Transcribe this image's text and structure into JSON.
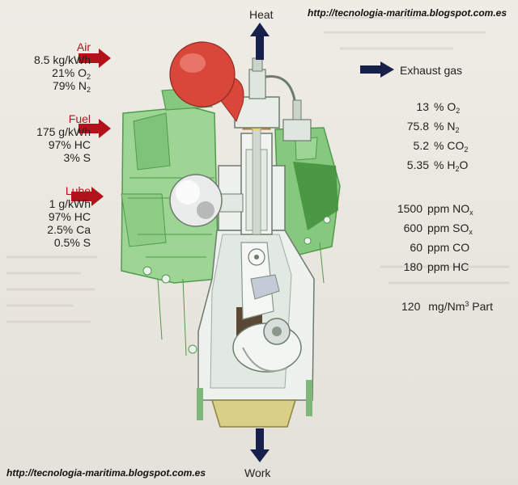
{
  "watermark_top": "http://tecnologia-maritima.blogspot.com.es",
  "watermark_bottom": "http://tecnologia-maritima.blogspot.com.es",
  "outputs": {
    "heat": "Heat",
    "work": "Work",
    "exhaust": "Exhaust gas"
  },
  "inputs": [
    {
      "name": "Air",
      "lines": [
        "8.5 kg/kWh",
        "21% O",
        "79% N"
      ],
      "subs": [
        "",
        "2",
        "2"
      ]
    },
    {
      "name": "Fuel",
      "lines": [
        "175 g/kWh",
        "97% HC",
        "3% S"
      ],
      "subs": [
        "",
        "",
        ""
      ]
    },
    {
      "name": "Lube",
      "lines": [
        "1 g/kWh",
        "97% HC",
        "2.5% Ca",
        "0.5% S"
      ],
      "subs": [
        "",
        "",
        "",
        ""
      ]
    }
  ],
  "exhaust_percent": [
    {
      "value": "13",
      "unit": "% O",
      "sub": "2"
    },
    {
      "value": "75.8",
      "unit": "% N",
      "sub": "2"
    },
    {
      "value": "5.2",
      "unit": "% CO",
      "sub": "2"
    },
    {
      "value": "5.35",
      "unit": "% H",
      "sub": "2",
      "tail": "O"
    }
  ],
  "exhaust_ppm": [
    {
      "value": "1500",
      "unit": "ppm NO",
      "sub": "x"
    },
    {
      "value": "600",
      "unit": "ppm SO",
      "sub": "x"
    },
    {
      "value": "60",
      "unit": "ppm CO",
      "sub": ""
    },
    {
      "value": "180",
      "unit": "ppm HC",
      "sub": ""
    }
  ],
  "particulates": {
    "value": "120",
    "unit_pre": "mg/Nm",
    "sup": "3",
    "unit_post": " Part"
  },
  "colors": {
    "input_arrow": "#b3121b",
    "output_arrow": "#16204a",
    "engine_green": "#8ecf86",
    "engine_green_dark": "#5fa85a",
    "engine_block": "#eef2ee",
    "air_receiver": "#d9473a",
    "combustion": "#f0902a"
  }
}
